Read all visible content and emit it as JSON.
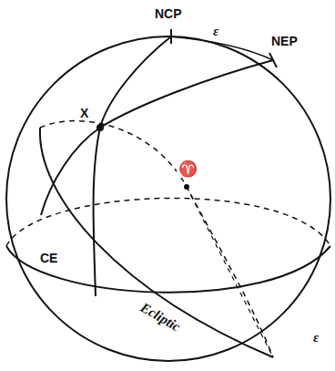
{
  "diagram": {
    "labels": [
      "NCP",
      "ε",
      "NEP",
      "X",
      "♈",
      "CE",
      "Ecliptic",
      "ε"
    ]
  }
}
